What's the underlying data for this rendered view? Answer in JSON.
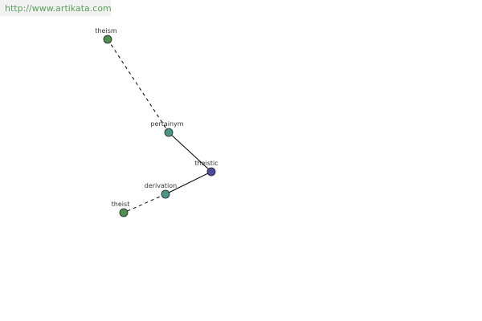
{
  "source": {
    "url_text": "http://www.artikata.com"
  },
  "colors": {
    "banner_bg": "#f2f2f2",
    "link_text": "#5a9e5a",
    "word_node": "#4e8f4e",
    "relation_node": "#4a9488",
    "center_node": "#4a4a9a",
    "edge": "#000000"
  },
  "graph": {
    "nodes": {
      "theism": {
        "label": "theism",
        "kind": "word"
      },
      "pertainym": {
        "label": "pertainym",
        "kind": "relation"
      },
      "theistic": {
        "label": "theistic",
        "kind": "center"
      },
      "derivation": {
        "label": "derivation",
        "kind": "relation"
      },
      "theist": {
        "label": "theist",
        "kind": "word"
      }
    },
    "edges": [
      {
        "from": "theism",
        "to": "pertainym",
        "style": "dashed"
      },
      {
        "from": "pertainym",
        "to": "theistic",
        "style": "solid"
      },
      {
        "from": "theistic",
        "to": "derivation",
        "style": "solid"
      },
      {
        "from": "derivation",
        "to": "theist",
        "style": "dashed"
      }
    ]
  }
}
